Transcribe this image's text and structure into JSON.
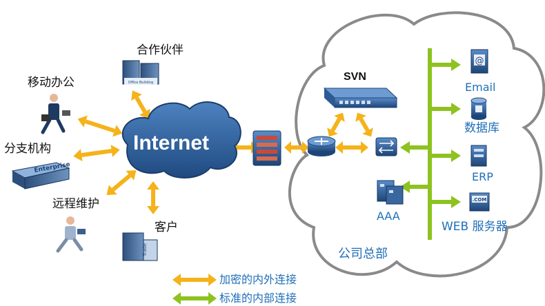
{
  "colors": {
    "encrypted_arrow": "#f5b21a",
    "internal_arrow": "#8dc21f",
    "label_blue": "#1f6fb8",
    "cloud_fill": "#2a5a95",
    "hq_cloud_stroke": "#8a8a8a"
  },
  "internet": {
    "label": "Internet"
  },
  "external_nodes": {
    "mobile_office": "移动办公",
    "partner": "合作伙伴",
    "branch": "分支机构",
    "remote_maintenance": "远程维护",
    "customer": "客户"
  },
  "building_text": {
    "office_building": "Office Building",
    "enterprise": "Enterprise",
    "trade": "Trade"
  },
  "hq": {
    "label": "公司总部",
    "svn": "SVN",
    "aaa": "AAA",
    "servers": {
      "email": "Email",
      "database": "数据库",
      "erp": "ERP",
      "web": "WEB 服务器"
    }
  },
  "icons": {
    "email": "@",
    "web": ".COM"
  },
  "legend": {
    "encrypted": "加密的内外连接",
    "internal": "标准的内部连接"
  }
}
